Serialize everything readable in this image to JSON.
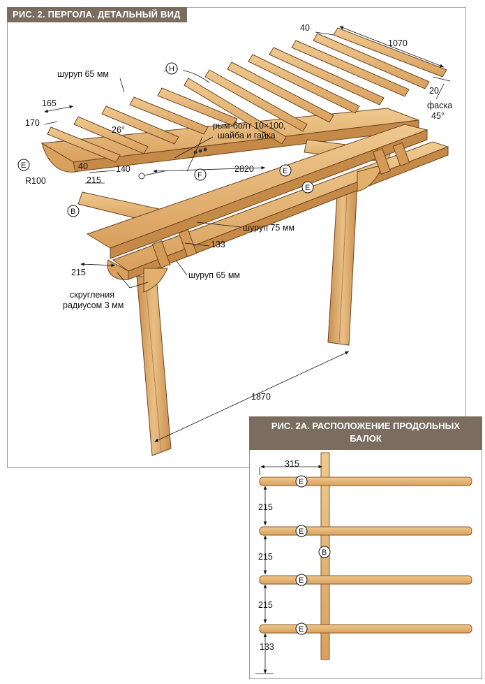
{
  "figure_main": {
    "title": "РИС. 2. ПЕРГОЛА. ДЕТАЛЬНЫЙ ВИД",
    "dims": {
      "d40_top": "40",
      "d1070": "1070",
      "d20": "20",
      "d165": "165",
      "d170": "170",
      "d40_left": "40",
      "d140": "140",
      "d215_a": "215",
      "d215_b": "215",
      "d133": "133",
      "d2820": "2820",
      "d1870": "1870",
      "angle26": "26°",
      "r100": "R100"
    },
    "callouts": {
      "screw65_top": "шуруп 65 мм",
      "eyebolt_line1": "рым-болт 10×100,",
      "eyebolt_line2": "шайба и гайка",
      "chamfer_line1": "фаска",
      "chamfer_line2": "45°",
      "screw75": "шуруп 75 мм",
      "screw65_bottom": "шуруп 65 мм",
      "rounding_line1": "скругления",
      "rounding_line2": "радиусом 3 мм"
    },
    "part_labels": {
      "H": "H",
      "E1": "E",
      "E2": "E",
      "E3": "E",
      "F": "F",
      "B": "B"
    }
  },
  "figure_inset": {
    "title_line1": "РИС. 2А. РАСПОЛОЖЕНИЕ ПРОДОЛЬНЫХ",
    "title_line2": "БАЛОК",
    "dims": {
      "d315": "315",
      "d215_1": "215",
      "d215_2": "215",
      "d215_3": "215",
      "d133": "133"
    },
    "part_labels": {
      "E1": "E",
      "E2": "E",
      "E3": "E",
      "E4": "E",
      "B": "B"
    }
  },
  "colors": {
    "wood": "#e7b87a",
    "wood_dark": "#b98347",
    "wood_edge": "#6b4420",
    "title_bar": "#7a6d60"
  }
}
